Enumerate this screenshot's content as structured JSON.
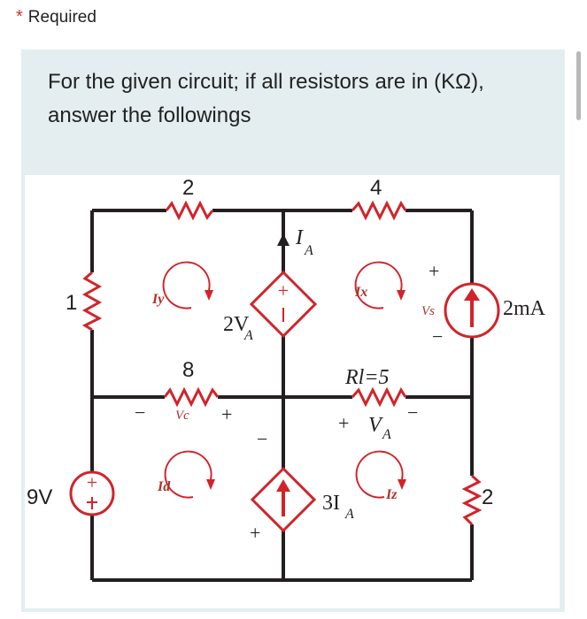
{
  "form": {
    "required_star": "*",
    "required_label": "Required",
    "question_text": "For the given circuit; if all resistors are in (KΩ), answer the followings"
  },
  "circuit": {
    "resistors": {
      "top_left": "2",
      "top_right": "4",
      "left": "1",
      "middle_left": "8",
      "middle_right": "Rl=5",
      "bottom_right": "2"
    },
    "sources": {
      "voltage_source": "9V",
      "current_source": "2mA",
      "dependent_voltage": "2V",
      "dependent_voltage_sub": "A",
      "dependent_current": "3I",
      "dependent_current_sub": "A"
    },
    "labels": {
      "ia": "I",
      "ia_sub": "A",
      "va": "V",
      "va_sub": "A",
      "vc": "Vc",
      "vs": "Vs"
    },
    "mesh_currents": {
      "iy": "Iy",
      "ix": "Ix",
      "id": "Id",
      "iz": "Iz"
    },
    "signs": {
      "plus": "+",
      "minus": "−"
    },
    "colors": {
      "wire": "#231f20",
      "red": "#d2232a",
      "mesh_label": "#b0302a"
    }
  }
}
